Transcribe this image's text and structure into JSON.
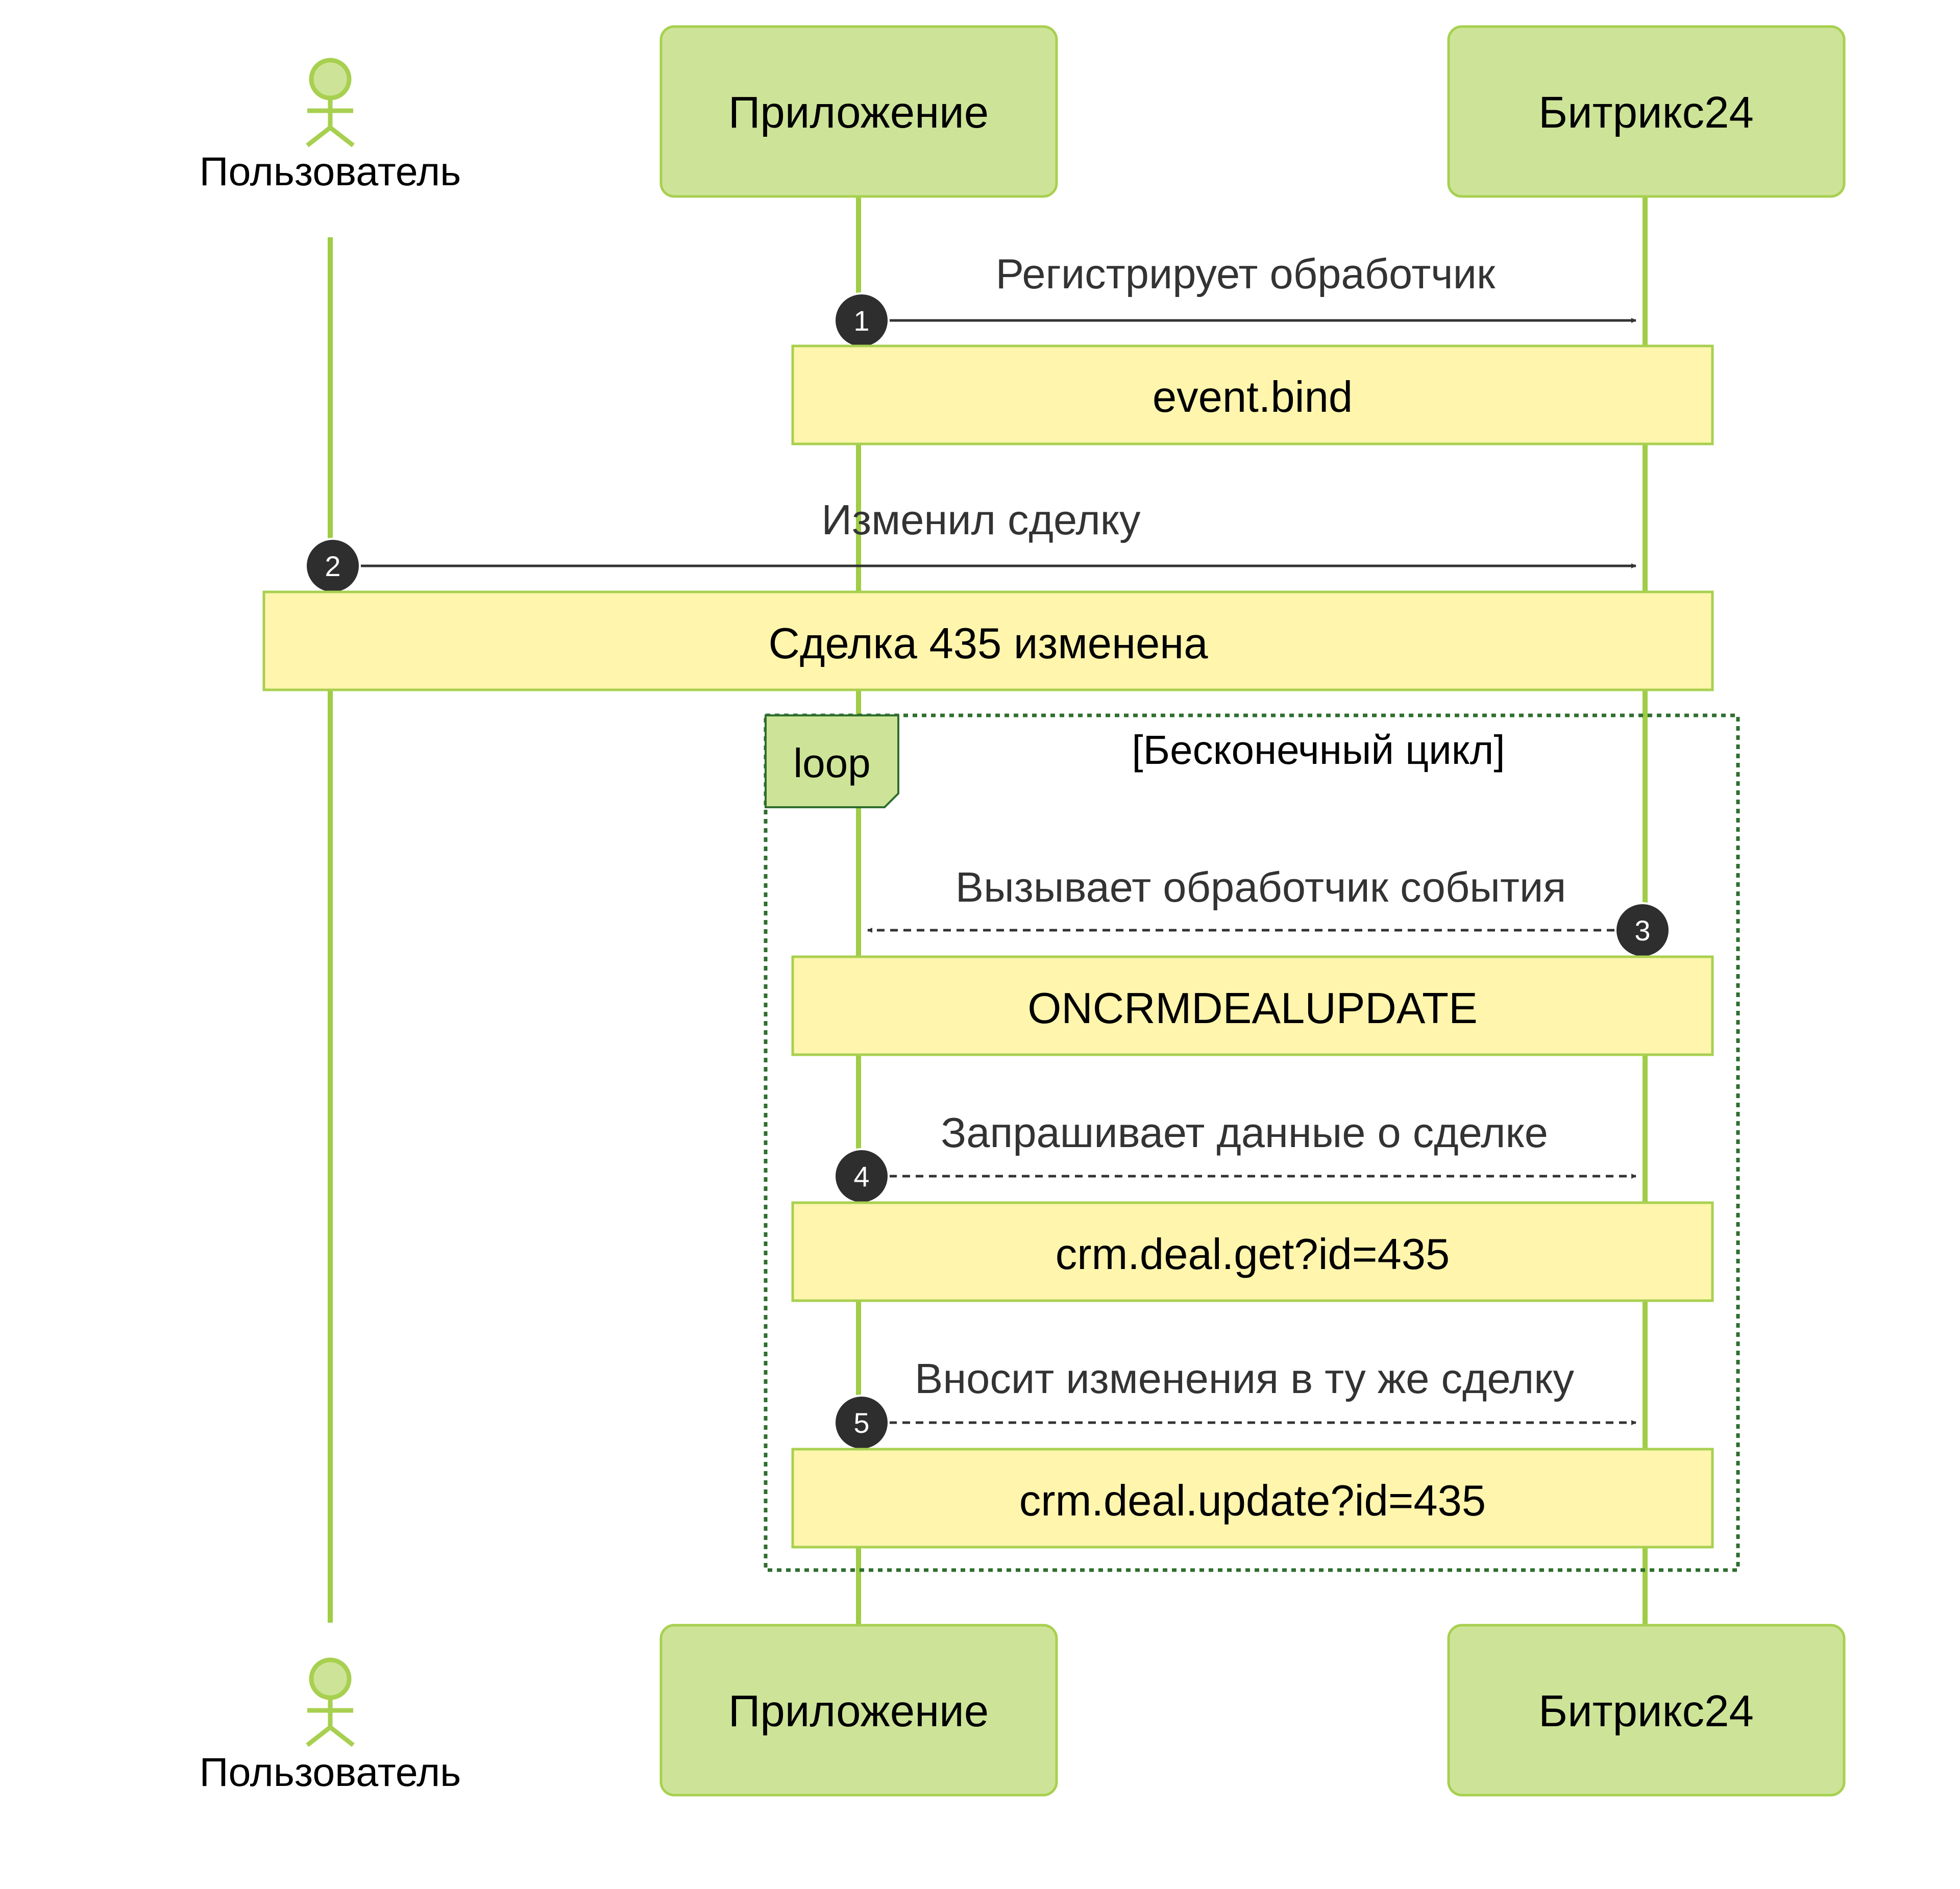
{
  "participants": {
    "user": "Пользователь",
    "app": "Приложение",
    "bitrix": "Битрикс24"
  },
  "messages": [
    {
      "number": "1",
      "text": "Регистрирует обработчик",
      "note": "event.bind"
    },
    {
      "number": "2",
      "text": "Изменил сделку",
      "note": "Сделка 435 изменена"
    },
    {
      "number": "3",
      "text": "Вызывает обработчик события",
      "note": "ONCRMDEALUPDATE"
    },
    {
      "number": "4",
      "text": "Запрашивает данные о сделке",
      "note": "crm.deal.get?id=435"
    },
    {
      "number": "5",
      "text": "Вносит изменения в ту же сделку",
      "note": "crm.deal.update?id=435"
    }
  ],
  "loop": {
    "label": "loop",
    "condition": "[Бесконечный цикл]"
  },
  "colors": {
    "participant_fill": "#cde498",
    "lifeline": "#9fcd45",
    "note_fill": "#fff5ad",
    "loop_border": "#2f6e2f",
    "badge": "#2e2e2e"
  }
}
